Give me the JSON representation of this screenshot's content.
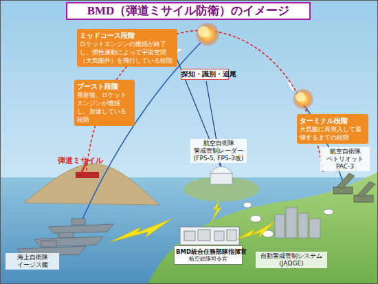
{
  "diagram": {
    "title": "BMD（弾道ミサイル防衛）のイメージ",
    "nodes": [
      {
        "text": [
          "ミッドコース段階",
          "ロケットエンジンの燃焼が終了し、慣性運動によって宇宙空間（大気圏外）を飛行している段階"
        ]
      },
      {
        "text": [
          "ブースト段階",
          "発射後、ロケットエンジンが燃焼し、加速している段階"
        ]
      },
      {
        "text": [
          "探知・識別・追尾"
        ]
      },
      {
        "text": [
          "ターミナル段階",
          "大気圏に再突入して着弾するまでの段階"
        ]
      },
      {
        "text": [
          "航空自衛隊 警戒管制レーダー (FPS-5, FPS-3改)"
        ]
      },
      {
        "text": [
          "航空自衛隊 ペトリオット PAC-3"
        ]
      },
      {
        "text": [
          "海上自衛隊 イージス艦"
        ]
      },
      {
        "text": [
          "BMD統合任務部隊指揮官",
          "航空総隊司令官"
        ]
      },
      {
        "text": [
          "自動警戒管制システム (JADGE)"
        ]
      }
    ],
    "labels": [
      "弾道ミサイル"
    ]
  }
}
